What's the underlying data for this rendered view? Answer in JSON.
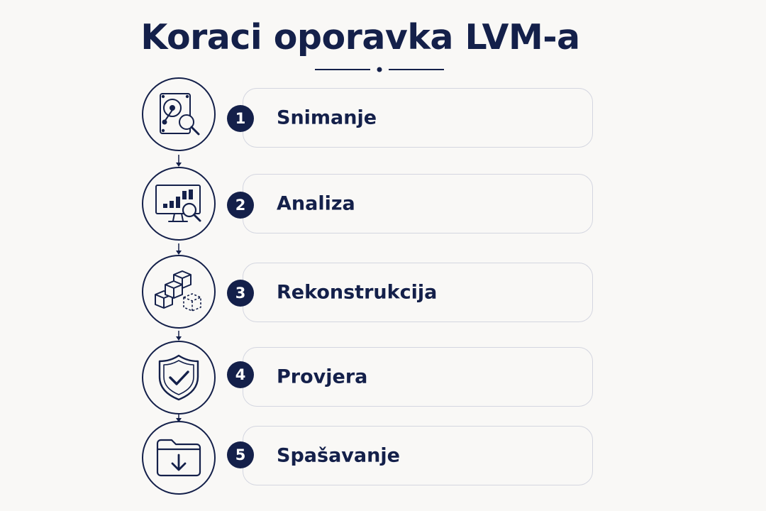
{
  "title": "Koraci oporavka LVM-a",
  "colors": {
    "navy": "#14204a",
    "background": "#f9f8f6",
    "box_border": "#d4d6e0"
  },
  "steps": [
    {
      "number": "1",
      "label": "Snimanje",
      "icon": "disk-scan-icon"
    },
    {
      "number": "2",
      "label": "Analiza",
      "icon": "monitor-chart-search-icon"
    },
    {
      "number": "3",
      "label": "Rekonstrukcija",
      "icon": "blocks-rebuild-icon"
    },
    {
      "number": "4",
      "label": "Provjera",
      "icon": "shield-check-icon"
    },
    {
      "number": "5",
      "label": "Spašavanje",
      "icon": "folder-download-icon"
    }
  ]
}
